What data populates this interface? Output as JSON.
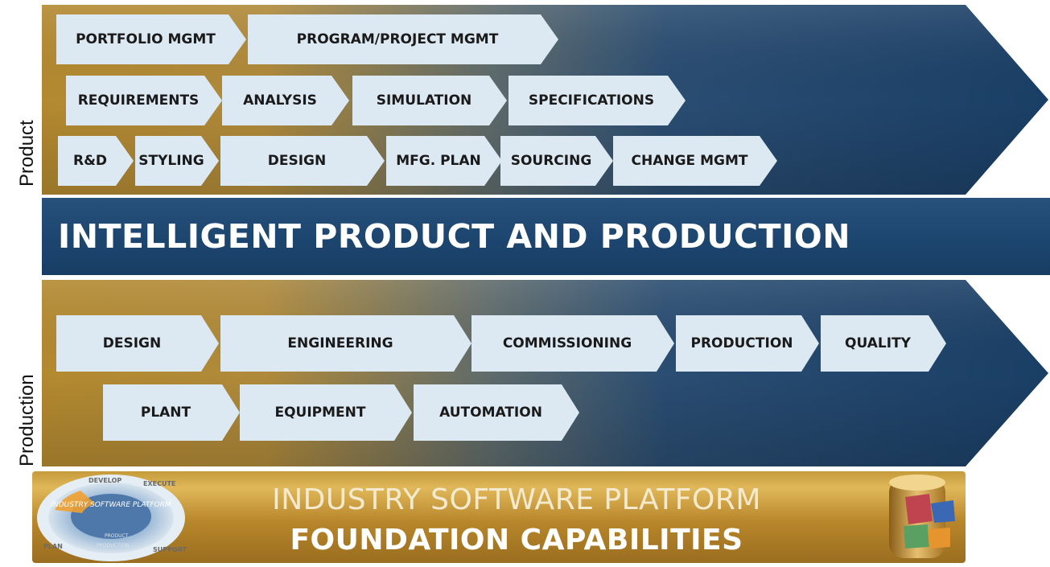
{
  "product_section": {
    "side_label": "Product",
    "rows": [
      [
        "PORTFOLIO MGMT",
        "PROGRAM/PROJECT MGMT"
      ],
      [
        "REQUIREMENTS",
        "ANALYSIS",
        "SIMULATION",
        "SPECIFICATIONS"
      ],
      [
        "R&D",
        "STYLING",
        "DESIGN",
        "MFG. PLAN",
        "SOURCING",
        "CHANGE MGMT"
      ]
    ]
  },
  "banner": {
    "text": "INTELLIGENT PRODUCT AND PRODUCTION"
  },
  "production_section": {
    "side_label": "Production",
    "rows": [
      [
        "DESIGN",
        "ENGINEERING",
        "COMMISSIONING",
        "PRODUCTION",
        "QUALITY"
      ],
      [
        "PLANT",
        "EQUIPMENT",
        "AUTOMATION"
      ]
    ]
  },
  "platform": {
    "line1": "INDUSTRY SOFTWARE PLATFORM",
    "line2": "FOUNDATION CAPABILITIES",
    "disc_center": "INDUSTRY SOFTWARE PLATFORM",
    "disc_ring": [
      "DEVELOP",
      "EXECUTE",
      "SUPPORT",
      "PLAN"
    ],
    "disc_inner": [
      "PRODUCT",
      "PRODUCTION"
    ]
  },
  "colors": {
    "gold": "#b8862a",
    "navy": "#1d4670",
    "chevron": "#dce8f2"
  }
}
